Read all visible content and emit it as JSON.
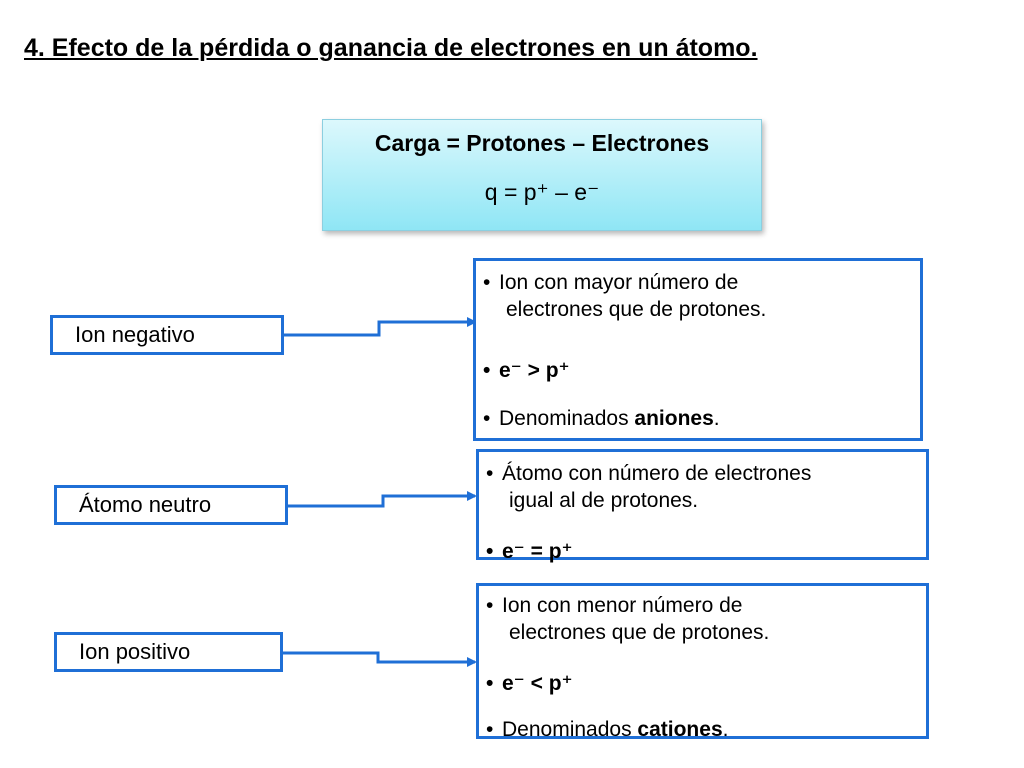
{
  "slide_title": "4. Efecto de la pérdida o ganancia de electrones en un átomo.",
  "formula": {
    "line1": "Carga = Protones – Electrones",
    "line2": "q = p⁺ – e⁻"
  },
  "labels": {
    "negative": "Ion negativo",
    "neutral": "Átomo neutro",
    "positive": "Ion positivo"
  },
  "negative_panel": {
    "bullet": "•",
    "item1_line1": "Ion con mayor número de",
    "item1_line2": "electrones que de protones.",
    "item2": "e⁻ > p⁺",
    "item3_prefix": "Denominados ",
    "item3_bold": "aniones",
    "item3_suffix": "."
  },
  "neutral_panel": {
    "bullet": "•",
    "item1_line1": "Átomo con número de electrones",
    "item1_line2": "igual al de protones.",
    "item2": "e⁻ = p⁺"
  },
  "positive_panel": {
    "bullet": "•",
    "item1_line1": "Ion con menor número de",
    "item1_line2": "electrones que de protones.",
    "item2": "e⁻ < p⁺",
    "item3_prefix": "Denominados ",
    "item3_bold": "cationes",
    "item3_suffix": "."
  },
  "colors": {
    "border": "#1f6fd6",
    "formula_top": "#dcf8fc",
    "formula_bottom": "#8fe6f5"
  }
}
